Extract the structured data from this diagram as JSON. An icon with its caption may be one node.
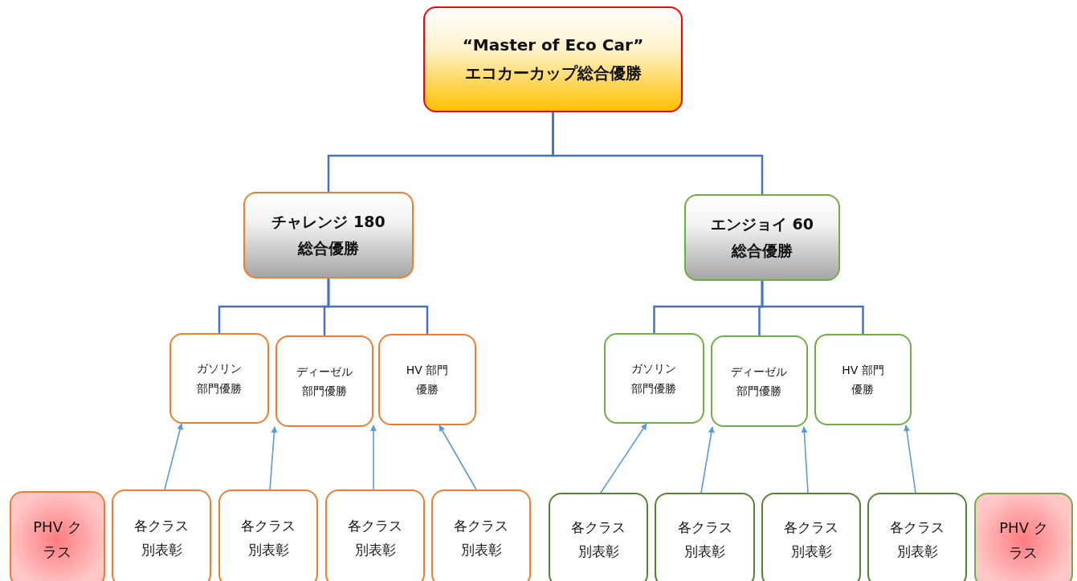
{
  "diagram": {
    "nodes": [
      {
        "text": [
          "“Master of Eco Car” エコカーカップ総合優勝"
        ]
      },
      {
        "text": [
          "チャレンジ 180 総合優勝"
        ]
      },
      {
        "text": [
          "エンジョイ 60 総合優勝"
        ]
      },
      {
        "text": [
          "ガソリン部門優勝"
        ]
      },
      {
        "text": [
          "ディーゼル部門優勝"
        ]
      },
      {
        "text": [
          "HV 部門優勝"
        ]
      },
      {
        "text": [
          "ガソリン部門優勝"
        ]
      },
      {
        "text": [
          "ディーゼル部門優勝"
        ]
      },
      {
        "text": [
          "HV 部門優勝"
        ]
      },
      {
        "text": [
          "PHV クラス"
        ]
      },
      {
        "text": [
          "各クラス別表彰"
        ]
      },
      {
        "text": [
          "各クラス別表彰"
        ]
      },
      {
        "text": [
          "各クラス別表彰"
        ]
      },
      {
        "text": [
          "各クラス別表彰"
        ]
      },
      {
        "text": [
          "各クラス別表彰"
        ]
      },
      {
        "text": [
          "各クラス別表彰"
        ]
      },
      {
        "text": [
          "各クラス別表彰"
        ]
      },
      {
        "text": [
          "各クラス別表彰"
        ]
      },
      {
        "text": [
          "PHV クラス"
        ]
      }
    ],
    "edges": [
      {
        "from": 1,
        "to": 0,
        "arrow": "none"
      },
      {
        "from": 2,
        "to": 0,
        "arrow": "none"
      },
      {
        "from": 3,
        "to": 1,
        "arrow": "none"
      },
      {
        "from": 4,
        "to": 1,
        "arrow": "none"
      },
      {
        "from": 5,
        "to": 1,
        "arrow": "none"
      },
      {
        "from": 6,
        "to": 2,
        "arrow": "none"
      },
      {
        "from": 7,
        "to": 2,
        "arrow": "none"
      },
      {
        "from": 8,
        "to": 2,
        "arrow": "none"
      },
      {
        "from": 10,
        "to": 3,
        "arrow": "to"
      },
      {
        "from": 11,
        "to": 4,
        "arrow": "to"
      },
      {
        "from": 12,
        "to": 5,
        "arrow": "to"
      },
      {
        "from": 13,
        "to": 5,
        "arrow": "to"
      },
      {
        "from": 14,
        "to": 6,
        "arrow": "to"
      },
      {
        "from": 15,
        "to": 7,
        "arrow": "to"
      },
      {
        "from": 16,
        "to": 7,
        "arrow": "to"
      },
      {
        "from": 17,
        "to": 8,
        "arrow": "to"
      }
    ]
  }
}
